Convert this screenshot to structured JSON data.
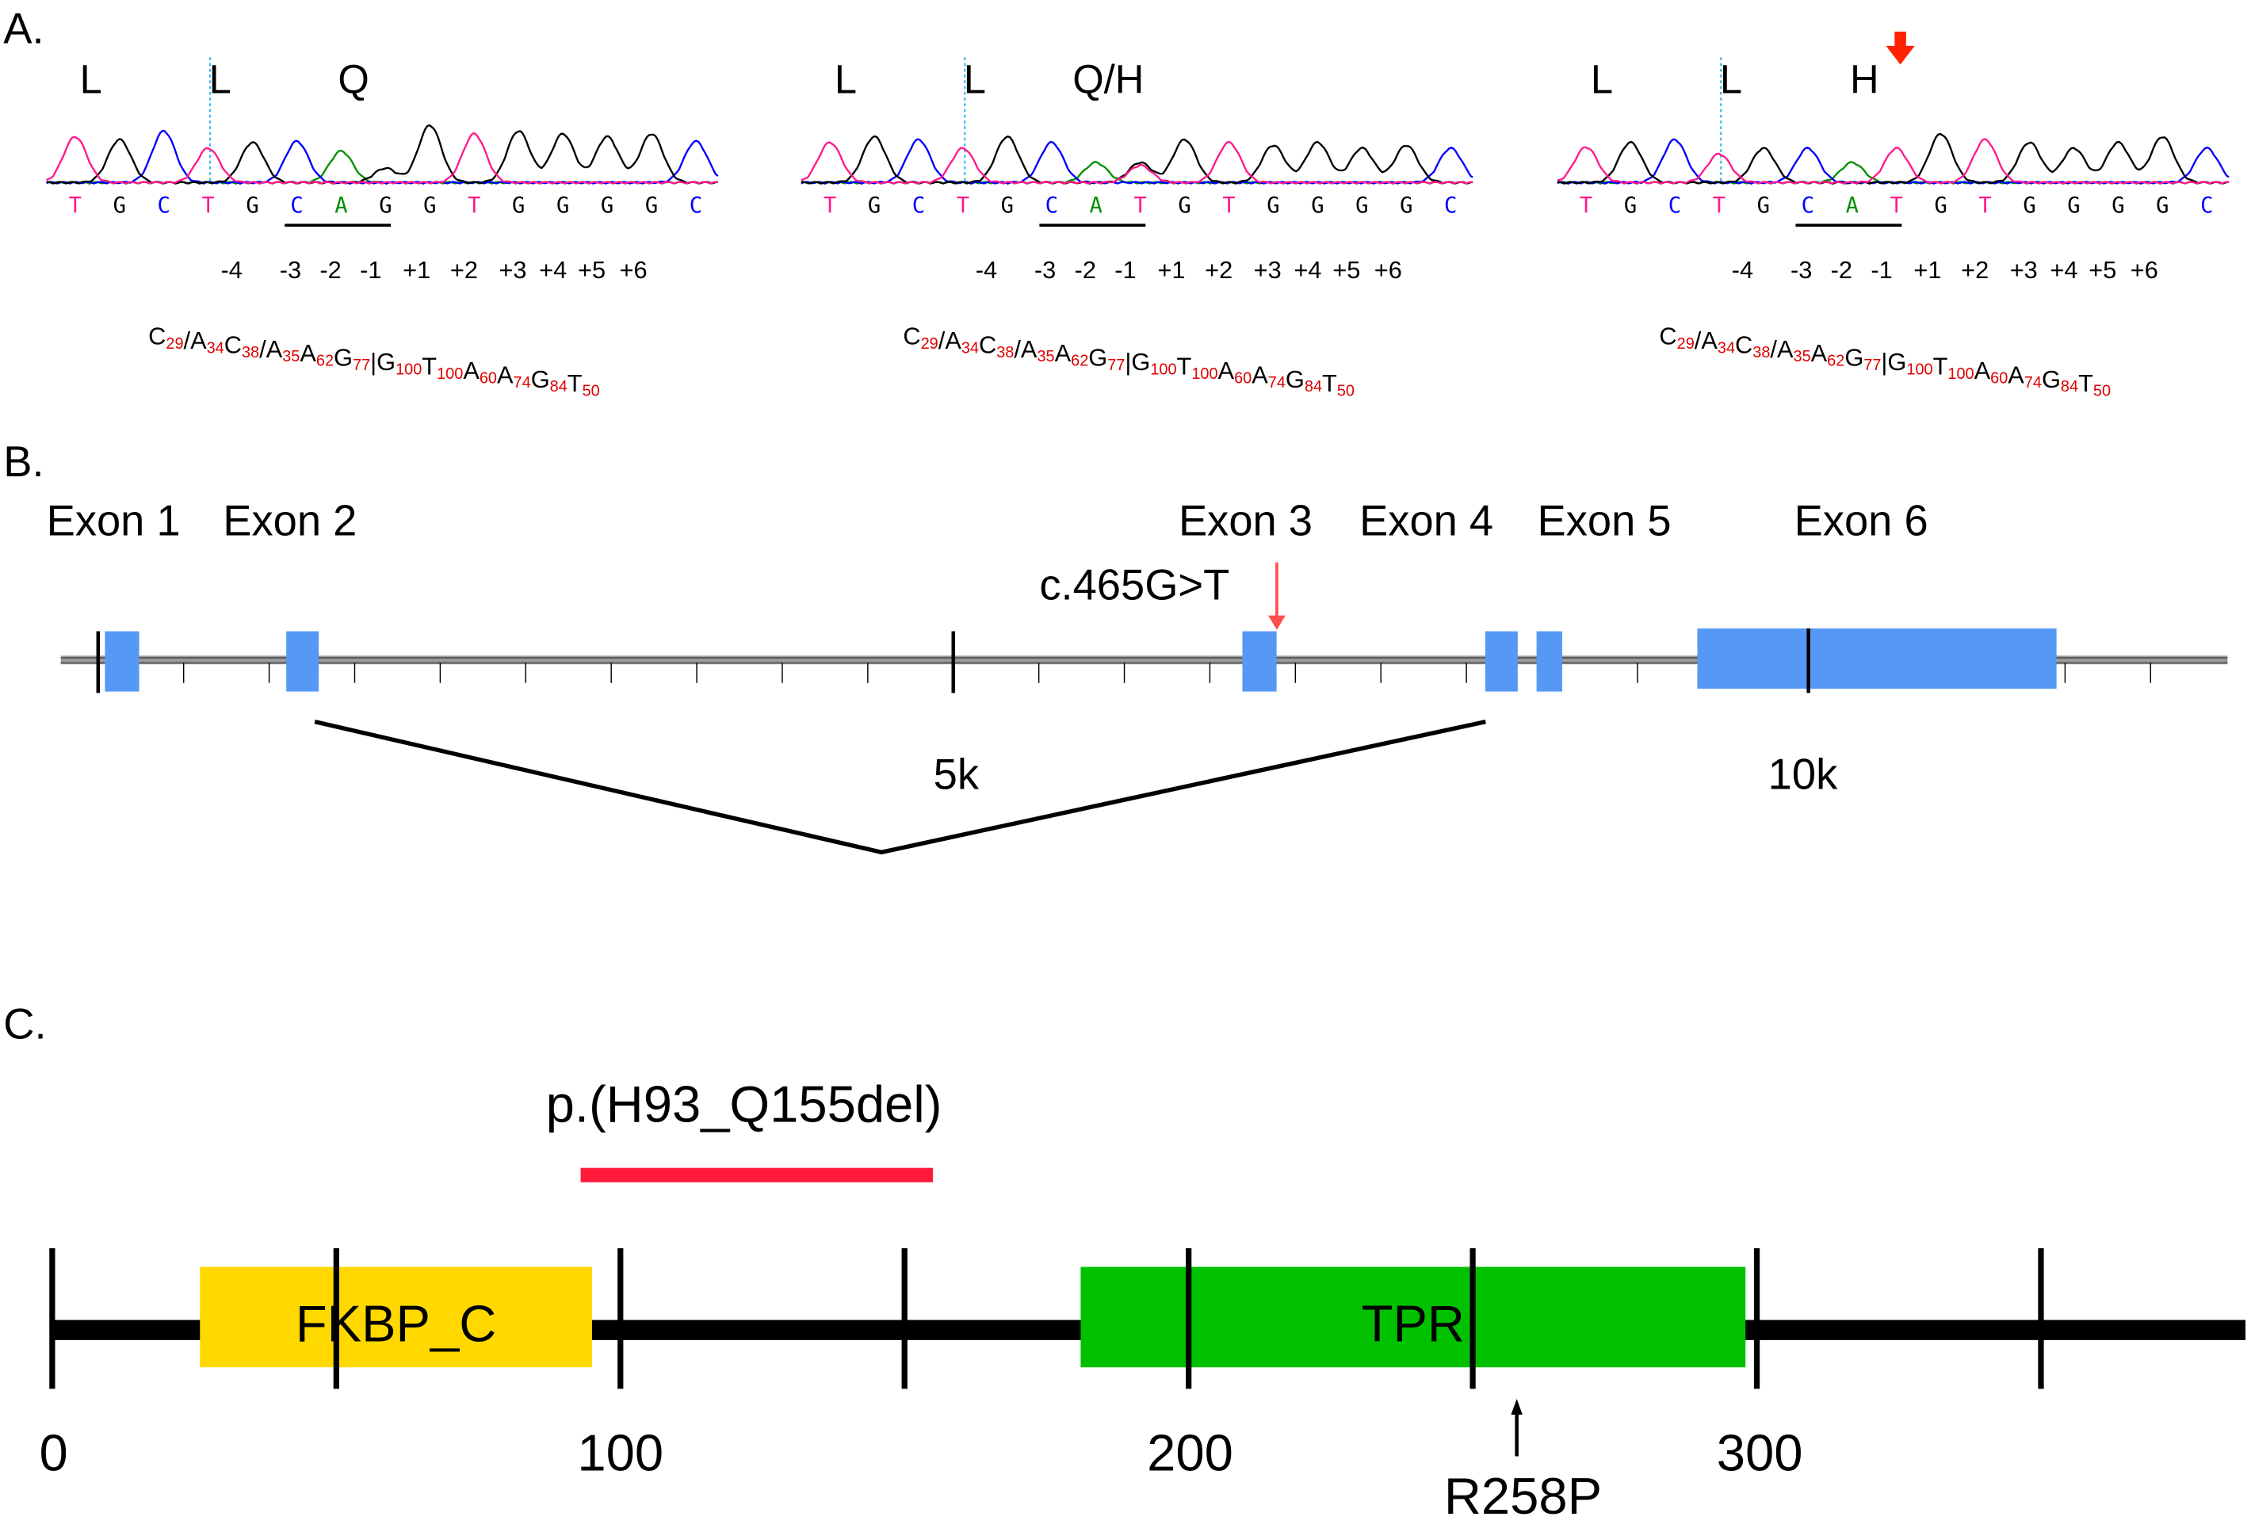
{
  "colors": {
    "A": "#009000",
    "C": "#0000ff",
    "G": "#000000",
    "T": "#ff1a8c",
    "exon": "#5599f5",
    "mutation": "#ff4d4d",
    "deletion": "#ff1a3a",
    "fkbp": "#ffd800",
    "tpr": "#00c000",
    "cursor": "#33bbee"
  },
  "panelA": {
    "label": "A.",
    "panels": [
      {
        "aa": [
          "L",
          "L",
          "Q"
        ],
        "sequence": "TGCTGCAGGTGGGGC",
        "heights": [
          0.8,
          0.75,
          0.9,
          0.6,
          0.7,
          0.72,
          0.55,
          0.25,
          1.0,
          0.85,
          0.9,
          0.85,
          0.8,
          0.85,
          0.72
        ],
        "secondary": [],
        "arrow": false
      },
      {
        "aa": [
          "L",
          "L",
          "Q/H"
        ],
        "sequence": "TGCTGCATGTGGGGC",
        "heights": [
          0.7,
          0.8,
          0.75,
          0.6,
          0.8,
          0.7,
          0.35,
          0.3,
          0.75,
          0.7,
          0.65,
          0.7,
          0.6,
          0.65,
          0.6
        ],
        "secondary": [
          {
            "index": 7,
            "base": "G",
            "height": 0.35
          }
        ],
        "arrow": false
      },
      {
        "aa": [
          "L",
          "L",
          "H"
        ],
        "sequence": "TGCTGCATGTGGGGC",
        "heights": [
          0.62,
          0.7,
          0.75,
          0.5,
          0.6,
          0.6,
          0.35,
          0.6,
          0.85,
          0.75,
          0.7,
          0.6,
          0.7,
          0.8,
          0.6
        ],
        "secondary": [],
        "arrow": true
      }
    ],
    "positions": [
      "-4",
      "-3",
      "-2",
      "-1",
      "+1",
      "+2",
      "+3",
      "+4",
      "+5",
      "+6"
    ],
    "consensus": [
      {
        "b": "C",
        "s": "29"
      },
      {
        "b": "/A",
        "s": "34"
      },
      {
        "b": "C",
        "s": "38"
      },
      {
        "b": "/A",
        "s": "35"
      },
      {
        "b": "A",
        "s": "62"
      },
      {
        "b": "G",
        "s": "77"
      },
      {
        "b": "|G",
        "s": "100"
      },
      {
        "b": "T",
        "s": "100"
      },
      {
        "b": "A",
        "s": "60"
      },
      {
        "b": "A",
        "s": "74"
      },
      {
        "b": "G",
        "s": "84"
      },
      {
        "b": "T",
        "s": "50"
      }
    ]
  },
  "panelB": {
    "label": "B.",
    "exon_labels": [
      "Exon 1",
      "Exon 2",
      "Exon 3",
      "Exon 4",
      "Exon 5",
      "Exon 6"
    ],
    "mutation": "c.465G>T",
    "scale_labels": [
      "5k",
      "10k"
    ],
    "exons_bp": [
      [
        40,
        240
      ],
      [
        1100,
        1290
      ],
      [
        6690,
        6890
      ],
      [
        8110,
        8300
      ],
      [
        8410,
        8560
      ],
      [
        9350,
        11450
      ]
    ],
    "mutation_bp": 6900,
    "gene_range_bp": [
      -220,
      12450
    ]
  },
  "panelC": {
    "label": "C.",
    "deletion_label": "p.(H93_Q155del)",
    "deletion": [
      93,
      155
    ],
    "domains": [
      {
        "name": "FKBP_C",
        "start": 26,
        "end": 95
      },
      {
        "name": "TPR",
        "start": 181,
        "end": 298
      }
    ],
    "axis_labels": [
      "0",
      "100",
      "200",
      "300"
    ],
    "length": 386,
    "tick_step": 50,
    "variant": {
      "label": "R258P",
      "position": 258
    }
  }
}
